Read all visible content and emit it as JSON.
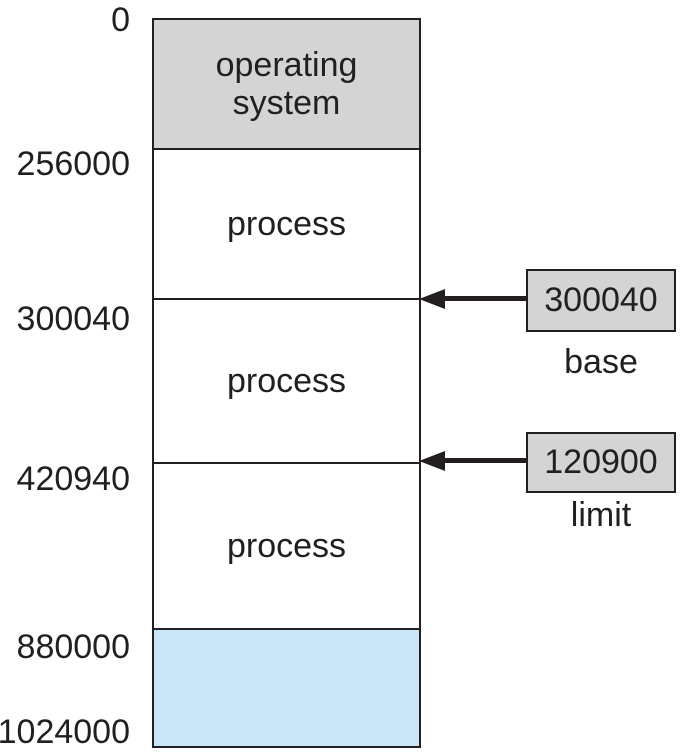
{
  "memory": {
    "addresses": [
      "0",
      "256000",
      "300040",
      "420940",
      "880000",
      "1024000"
    ],
    "segments": [
      {
        "label": "operating system",
        "fill": "#d4d4d4"
      },
      {
        "label": "process",
        "fill": "#ffffff"
      },
      {
        "label": "process",
        "fill": "#ffffff"
      },
      {
        "label": "process",
        "fill": "#ffffff"
      },
      {
        "label": "",
        "fill": "#c8e6f8"
      }
    ]
  },
  "registers": {
    "base": {
      "value": "300040",
      "caption": "base"
    },
    "limit": {
      "value": "120900",
      "caption": "limit"
    }
  },
  "colors": {
    "block_gray": "#d4d4d4",
    "free_space_blue": "#c8e6f8",
    "line_black": "#231f20",
    "background": "#ffffff"
  }
}
